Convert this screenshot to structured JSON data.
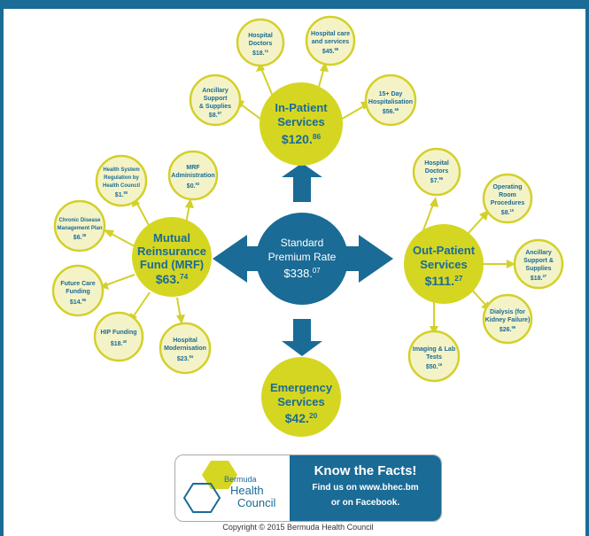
{
  "center": {
    "line1": "Standard",
    "line2": "Premium Rate",
    "amount": "$338.",
    "cents": "07"
  },
  "inpatient": {
    "line1": "In-Patient",
    "line2": "Services",
    "amount": "$120.",
    "cents": "86",
    "items": [
      {
        "line1": "Hospital",
        "line2": "Doctors",
        "amount": "$18.",
        "cents": "11"
      },
      {
        "line1": "Hospital care",
        "line2": "and services",
        "amount": "$45.",
        "cents": "99"
      },
      {
        "line1": "Ancillary",
        "line2": "Support",
        "line3": "& Supplies",
        "amount": "$8.",
        "cents": "87"
      },
      {
        "line1": "15+ Day",
        "line2": "Hospitalisation",
        "amount": "$56.",
        "cents": "65"
      }
    ]
  },
  "outpatient": {
    "line1": "Out-Patient",
    "line2": "Services",
    "amount": "$111.",
    "cents": "27",
    "items": [
      {
        "line1": "Hospital",
        "line2": "Doctors",
        "amount": "$7.",
        "cents": "95"
      },
      {
        "line1": "Operating",
        "line2": "Room",
        "line3": "Procedures",
        "amount": "$8.",
        "cents": "10"
      },
      {
        "line1": "Ancillary",
        "line2": "Support &",
        "line3": "Supplies",
        "amount": "$18.",
        "cents": "27"
      },
      {
        "line1": "Dialysis (for",
        "line2": "Kidney Failure)",
        "amount": "$26.",
        "cents": "99"
      },
      {
        "line1": "Imaging & Lab",
        "line2": "Tests",
        "amount": "$50.",
        "cents": "16"
      }
    ]
  },
  "mrf": {
    "line1": "Mutual",
    "line2": "Reinsurance",
    "line3": "Fund (MRF)",
    "amount": "$63.",
    "cents": "74",
    "items": [
      {
        "line1": "Health System",
        "line2": "Regulation by",
        "line3": "Health Council",
        "amount": "$1.",
        "cents": "80"
      },
      {
        "line1": "MRF",
        "line2": "Administration",
        "amount": "$0.",
        "cents": "92"
      },
      {
        "line1": "Chronic Disease",
        "line2": "Management Plan",
        "amount": "$6.",
        "cents": "38"
      },
      {
        "line1": "Future Care",
        "line2": "Funding",
        "amount": "$14.",
        "cents": "96"
      },
      {
        "line1": "HIP Funding",
        "amount": "$18.",
        "cents": "40"
      },
      {
        "line1": "Hospital",
        "line2": "Modernisation",
        "amount": "$23.",
        "cents": "84"
      }
    ]
  },
  "emergency": {
    "line1": "Emergency",
    "line2": "Services",
    "amount": "$42.",
    "cents": "20"
  },
  "footer": {
    "logo_line1": "Bermuda",
    "logo_line2": "Health",
    "logo_line3": "Council",
    "know_facts": "Know the Facts!",
    "find_us_1": "Find us on www.bhec.bm",
    "find_us_2": "or on Facebook."
  },
  "copyright": "Copyright © 2015 Bermuda Health Council",
  "colors": {
    "blue": "#1a6b96",
    "yellow": "#d5d622",
    "small_fill": "#f4f3c8",
    "small_stroke": "#d3d02a"
  }
}
